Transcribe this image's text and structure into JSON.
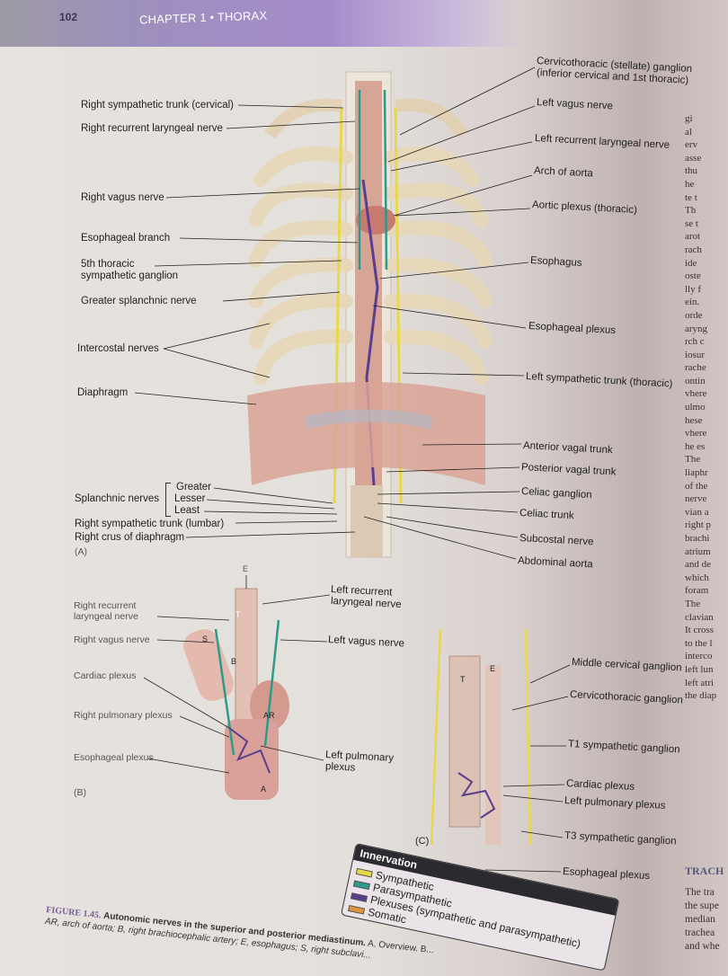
{
  "header": {
    "page_number": "102",
    "chapter": "CHAPTER 1 • THORAX"
  },
  "figure_a": {
    "panel": "(A)",
    "left_labels": [
      "Right sympathetic trunk (cervical)",
      "Right recurrent laryngeal nerve",
      "Right vagus nerve",
      "Esophageal branch",
      "5th thoracic",
      "sympathetic ganglion",
      "Greater splanchnic nerve",
      "Intercostal nerves",
      "Diaphragm",
      "Splanchnic nerves",
      "Greater",
      "Lesser",
      "Least",
      "Right sympathetic trunk (lumbar)",
      "Right crus of diaphragm"
    ],
    "right_labels": [
      "Cervicothoracic (stellate) ganglion",
      "(inferior cervical and 1st thoracic)",
      "Left vagus nerve",
      "Left recurrent laryngeal nerve",
      "Arch of aorta",
      "Aortic plexus (thoracic)",
      "Esophagus",
      "Esophageal plexus",
      "Left sympathetic trunk (thoracic)",
      "Anterior vagal trunk",
      "Posterior vagal trunk",
      "Celiac ganglion",
      "Celiac trunk",
      "Subcostal nerve",
      "Abdominal aorta"
    ]
  },
  "figure_b": {
    "panel": "(B)",
    "labels": [
      "Right recurrent",
      "laryngeal nerve",
      "Right vagus nerve",
      "Cardiac plexus",
      "Right pulmonary plexus",
      "Esophageal plexus",
      "Left recurrent",
      "laryngeal nerve",
      "Left vagus nerve",
      "Left pulmonary",
      "plexus"
    ],
    "letters": [
      "E",
      "T",
      "S",
      "B",
      "AR",
      "A"
    ]
  },
  "figure_c": {
    "panel": "(C)",
    "labels": [
      "Middle cervical ganglion",
      "Cervicothoracic ganglion",
      "T1 sympathetic ganglion",
      "Cardiac plexus",
      "Left pulmonary plexus",
      "T3 sympathetic ganglion",
      "Esophageal plexus"
    ],
    "letters": [
      "T",
      "E"
    ]
  },
  "legend": {
    "title": "Innervation",
    "items": [
      {
        "label": "Sympathetic",
        "color": "#e8d84a"
      },
      {
        "label": "Parasympathetic",
        "color": "#2e9a8a"
      },
      {
        "label": "Plexuses (sympathetic and parasympathetic)",
        "color": "#5b3d8f"
      },
      {
        "label": "Somatic",
        "color": "#e0953a"
      }
    ]
  },
  "caption": {
    "figure_no": "FIGURE 1.45.",
    "bold": "Autonomic nerves in the superior and posterior mediastinum.",
    "rest": " A. Overview. B...",
    "line2": "AR, arch of aorta; B, right brachiocephalic artery; E, esophagus; S, right subclavi..."
  },
  "right_column": {
    "fragments": [
      "gi",
      "al",
      "erv",
      "asse",
      "thu",
      "he",
      "te t",
      "Th",
      "se t",
      "arot",
      "rach",
      "ide",
      "oste",
      "lly f",
      "ein.",
      "orde",
      "aryng",
      "rch c",
      "iosur",
      "rache",
      "ontin",
      "vhere",
      "ulmo",
      "hese",
      "vhere",
      "he es",
      "The",
      "liaphr",
      "of the",
      "nerve",
      "vian a",
      "right p",
      "brachi",
      "atrium",
      "and de",
      "which",
      "foram",
      "The",
      "clavian",
      "It cross",
      "to the l",
      "interco",
      "left lun",
      "left atri",
      "the diap"
    ],
    "heading": "TRACH",
    "fragments2": [
      "The tra",
      "the supe",
      "median",
      "trachea",
      "and whe"
    ]
  }
}
